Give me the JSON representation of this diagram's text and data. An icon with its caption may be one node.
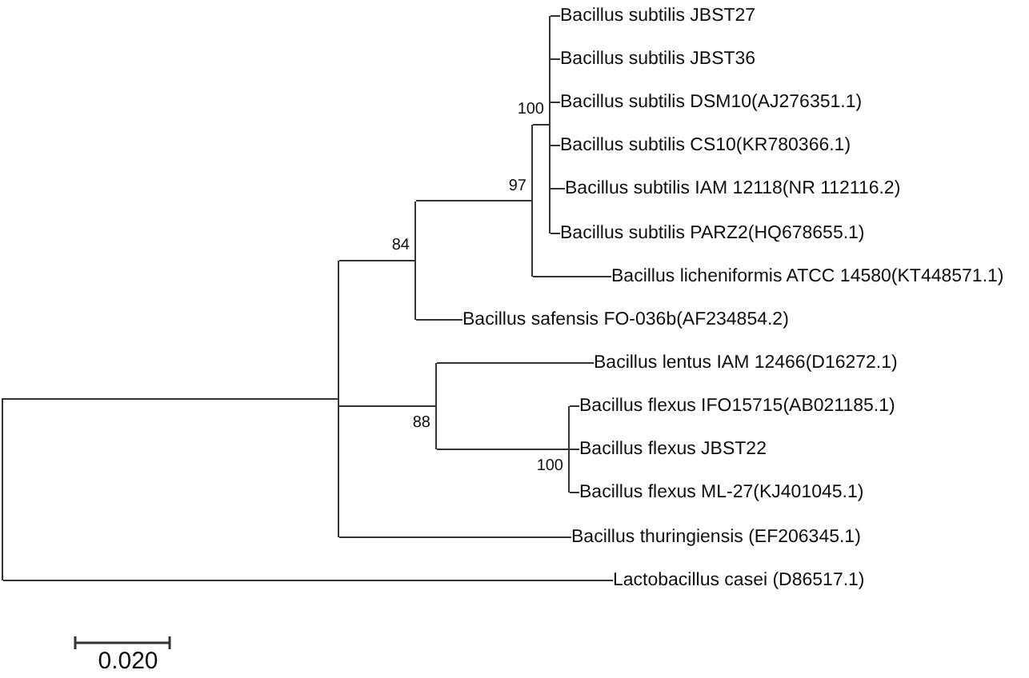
{
  "diagram": {
    "nodes": [
      {
        "text": [
          "Bacillus subtilis JBST27"
        ]
      },
      {
        "text": [
          "Bacillus subtilis JBST36"
        ]
      },
      {
        "text": [
          "Bacillus subtilis DSM10(AJ276351.1)"
        ]
      },
      {
        "text": [
          "Bacillus subtilis CS10(KR780366.1)"
        ]
      },
      {
        "text": [
          "Bacillus subtilis IAM 12118(NR 112116.2)"
        ]
      },
      {
        "text": [
          "Bacillus subtilis PARZ2(HQ678655.1)"
        ]
      },
      {
        "text": [
          "Bacillus licheniformis ATCC 14580(KT448571.1)"
        ]
      },
      {
        "text": [
          "Bacillus safensis FO-036b(AF234854.2)"
        ]
      },
      {
        "text": [
          "Bacillus lentus IAM 12466(D16272.1)"
        ]
      },
      {
        "text": [
          "Bacillus flexus IFO15715(AB021185.1)"
        ]
      },
      {
        "text": [
          "Bacillus flexus JBST22"
        ]
      },
      {
        "text": [
          "Bacillus flexus ML-27(KJ401045.1)"
        ]
      },
      {
        "text": [
          "Bacillus thuringiensis (EF206345.1)"
        ]
      },
      {
        "text": [
          "Lactobacillus casei (D86517.1)"
        ]
      },
      {
        "text": [],
        "shape": "bar"
      },
      {
        "text": [],
        "shape": "bar"
      },
      {
        "text": [],
        "shape": "bar",
        "beside": [
          "84"
        ]
      },
      {
        "text": [],
        "shape": "bar",
        "beside": [
          "97"
        ]
      },
      {
        "text": [],
        "shape": "bar",
        "beside": [
          "100"
        ]
      },
      {
        "text": [],
        "shape": "bar",
        "beside": [
          "88"
        ]
      },
      {
        "text": [],
        "shape": "bar",
        "beside": [
          "100"
        ]
      }
    ],
    "edges": [
      {
        "from": 14,
        "to": 15,
        "arrow": "none"
      },
      {
        "from": 14,
        "to": 13,
        "arrow": "none"
      },
      {
        "from": 15,
        "to": 16,
        "arrow": "none"
      },
      {
        "from": 15,
        "to": 19,
        "arrow": "none"
      },
      {
        "from": 15,
        "to": 12,
        "arrow": "none"
      },
      {
        "from": 16,
        "to": 17,
        "arrow": "none"
      },
      {
        "from": 16,
        "to": 7,
        "arrow": "none"
      },
      {
        "from": 17,
        "to": 18,
        "arrow": "none"
      },
      {
        "from": 17,
        "to": 6,
        "arrow": "none"
      },
      {
        "from": 18,
        "to": 0,
        "arrow": "none"
      },
      {
        "from": 18,
        "to": 1,
        "arrow": "none"
      },
      {
        "from": 18,
        "to": 2,
        "arrow": "none"
      },
      {
        "from": 18,
        "to": 3,
        "arrow": "none"
      },
      {
        "from": 18,
        "to": 4,
        "arrow": "none"
      },
      {
        "from": 18,
        "to": 5,
        "arrow": "none"
      },
      {
        "from": 19,
        "to": 8,
        "arrow": "none"
      },
      {
        "from": 19,
        "to": 20,
        "arrow": "none"
      },
      {
        "from": 20,
        "to": 9,
        "arrow": "none"
      },
      {
        "from": 20,
        "to": 10,
        "arrow": "none"
      },
      {
        "from": 20,
        "to": 11,
        "arrow": "none"
      }
    ],
    "labels": [
      "0.020"
    ]
  }
}
